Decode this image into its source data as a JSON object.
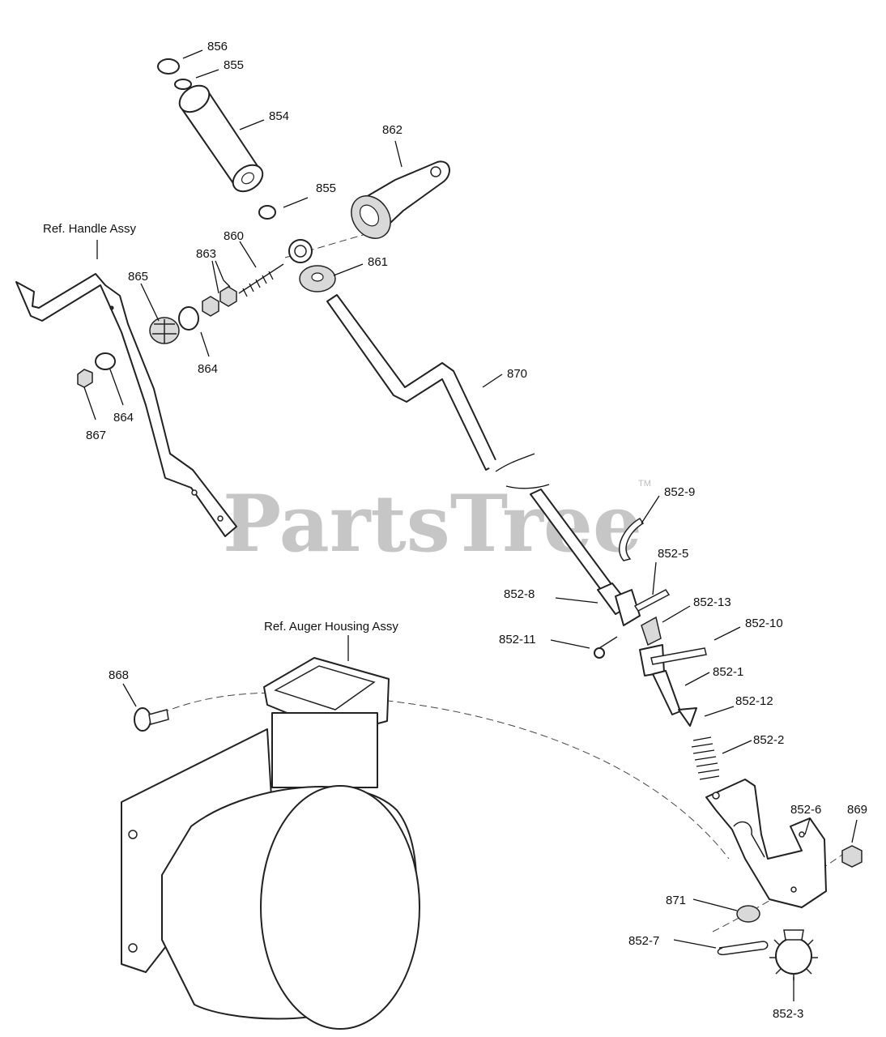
{
  "watermark": {
    "text": "PartsTree",
    "tm": "TM"
  },
  "references": {
    "handle": "Ref. Handle Assy",
    "auger": "Ref. Auger Housing Assy"
  },
  "labels": {
    "p856": "856",
    "p855a": "855",
    "p854": "854",
    "p862": "862",
    "p855b": "855",
    "p860": "860",
    "p863": "863",
    "p861": "861",
    "p865": "865",
    "p864a": "864",
    "p864b": "864",
    "p867": "867",
    "p870": "870",
    "p852_9": "852-9",
    "p852_5": "852-5",
    "p852_8": "852-8",
    "p852_13": "852-13",
    "p852_10": "852-10",
    "p852_11": "852-11",
    "p852_1": "852-1",
    "p868": "868",
    "p852_12": "852-12",
    "p852_2": "852-2",
    "p852_6": "852-6",
    "p869": "869",
    "p871": "871",
    "p852_7": "852-7",
    "p852_3": "852-3"
  },
  "icons": {
    "handle": "handle-bar-icon",
    "rod": "crank-rod-icon",
    "housing": "auger-housing-icon",
    "bracket": "bracket-icon",
    "gear": "gear-icon"
  }
}
